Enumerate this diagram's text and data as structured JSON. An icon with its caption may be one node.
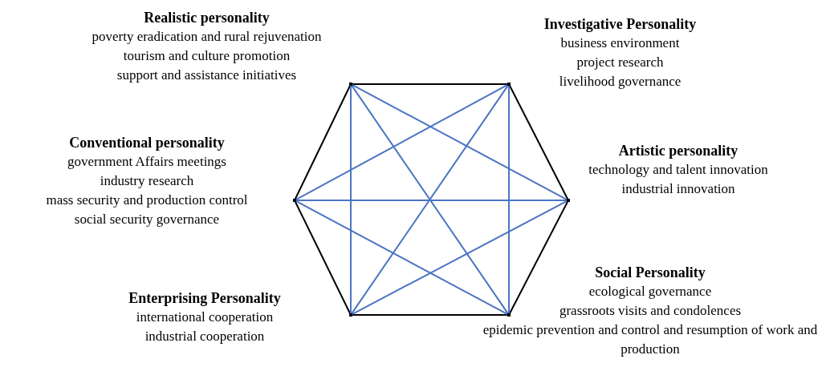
{
  "diagram": {
    "nodes": [
      {
        "text": [],
        "shape": "point",
        "beside": [
          "Realistic personality",
          "poverty eradication and rural rejuvenation",
          "tourism and culture promotion",
          "support and assistance initiatives"
        ]
      },
      {
        "text": [],
        "shape": "point",
        "beside": [
          "Investigative Personality",
          "business environment",
          "project research",
          "livelihood governance"
        ]
      },
      {
        "text": [],
        "shape": "point",
        "beside": [
          "Conventional personality",
          "government Affairs meetings",
          "industry research",
          "mass security and production control",
          "social security governance"
        ]
      },
      {
        "text": [],
        "shape": "point",
        "beside": [
          "Artistic personality",
          "technology and talent innovation",
          "industrial innovation"
        ]
      },
      {
        "text": [],
        "shape": "point",
        "beside": [
          "Enterprising Personality",
          "international cooperation",
          "industrial cooperation"
        ]
      },
      {
        "text": [],
        "shape": "point",
        "beside": [
          "Social Personality",
          "ecological governance",
          "grassroots visits and condolences",
          "epidemic prevention and control and resumption of work and production"
        ]
      }
    ],
    "edges": [
      {
        "from": 0,
        "to": 1,
        "arrow": "none",
        "color": "#000000"
      },
      {
        "from": 1,
        "to": 3,
        "arrow": "none",
        "color": "#000000"
      },
      {
        "from": 3,
        "to": 5,
        "arrow": "none",
        "color": "#000000"
      },
      {
        "from": 5,
        "to": 4,
        "arrow": "none",
        "color": "#000000"
      },
      {
        "from": 4,
        "to": 2,
        "arrow": "none",
        "color": "#000000"
      },
      {
        "from": 2,
        "to": 0,
        "arrow": "none",
        "color": "#000000"
      },
      {
        "from": 0,
        "to": 3,
        "arrow": "none"
      },
      {
        "from": 0,
        "to": 5,
        "arrow": "none"
      },
      {
        "from": 0,
        "to": 4,
        "arrow": "none"
      },
      {
        "from": 1,
        "to": 2,
        "arrow": "none"
      },
      {
        "from": 1,
        "to": 4,
        "arrow": "none"
      },
      {
        "from": 1,
        "to": 5,
        "arrow": "none"
      },
      {
        "from": 2,
        "to": 3,
        "arrow": "none"
      },
      {
        "from": 2,
        "to": 5,
        "arrow": "none"
      },
      {
        "from": 3,
        "to": 4,
        "arrow": "none"
      }
    ]
  }
}
